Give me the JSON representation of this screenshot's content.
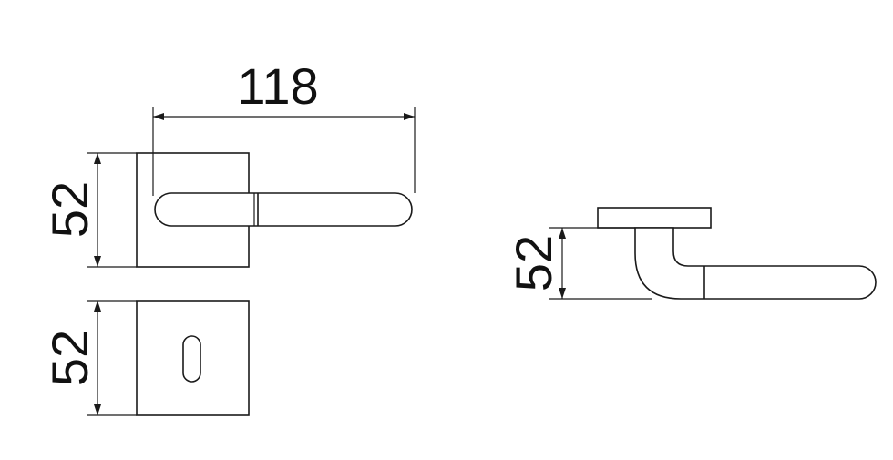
{
  "diagram": {
    "top_view": {
      "width_dimension": "118",
      "rose_height_dimension": "52"
    },
    "escutcheon_view": {
      "height_dimension": "52"
    },
    "side_view": {
      "projection_dimension": "52"
    },
    "colors": {
      "stroke": "#1a1a1a",
      "background": "#ffffff"
    }
  }
}
